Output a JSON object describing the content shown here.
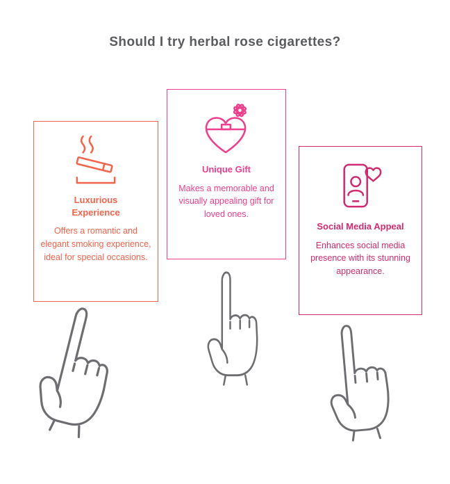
{
  "page": {
    "title": "Should I try herbal rose cigarettes?",
    "title_color": "#5a5b5e",
    "hand_color": "#6d6e71",
    "background": "#ffffff"
  },
  "cards": [
    {
      "icon": "cigarette-icon",
      "title": "Luxurious Experience",
      "body": "Offers a romantic and elegant smoking experience, ideal for special occasions.",
      "color": "#f4634a"
    },
    {
      "icon": "gift-heart-icon",
      "title": "Unique Gift",
      "body": "Makes a memorable and visually appealing gift for loved ones.",
      "color": "#ee3e8e"
    },
    {
      "icon": "phone-social-icon",
      "title": "Social Media Appeal",
      "body": "Enhances social media presence with its stunning appearance.",
      "color": "#d22a70"
    }
  ]
}
